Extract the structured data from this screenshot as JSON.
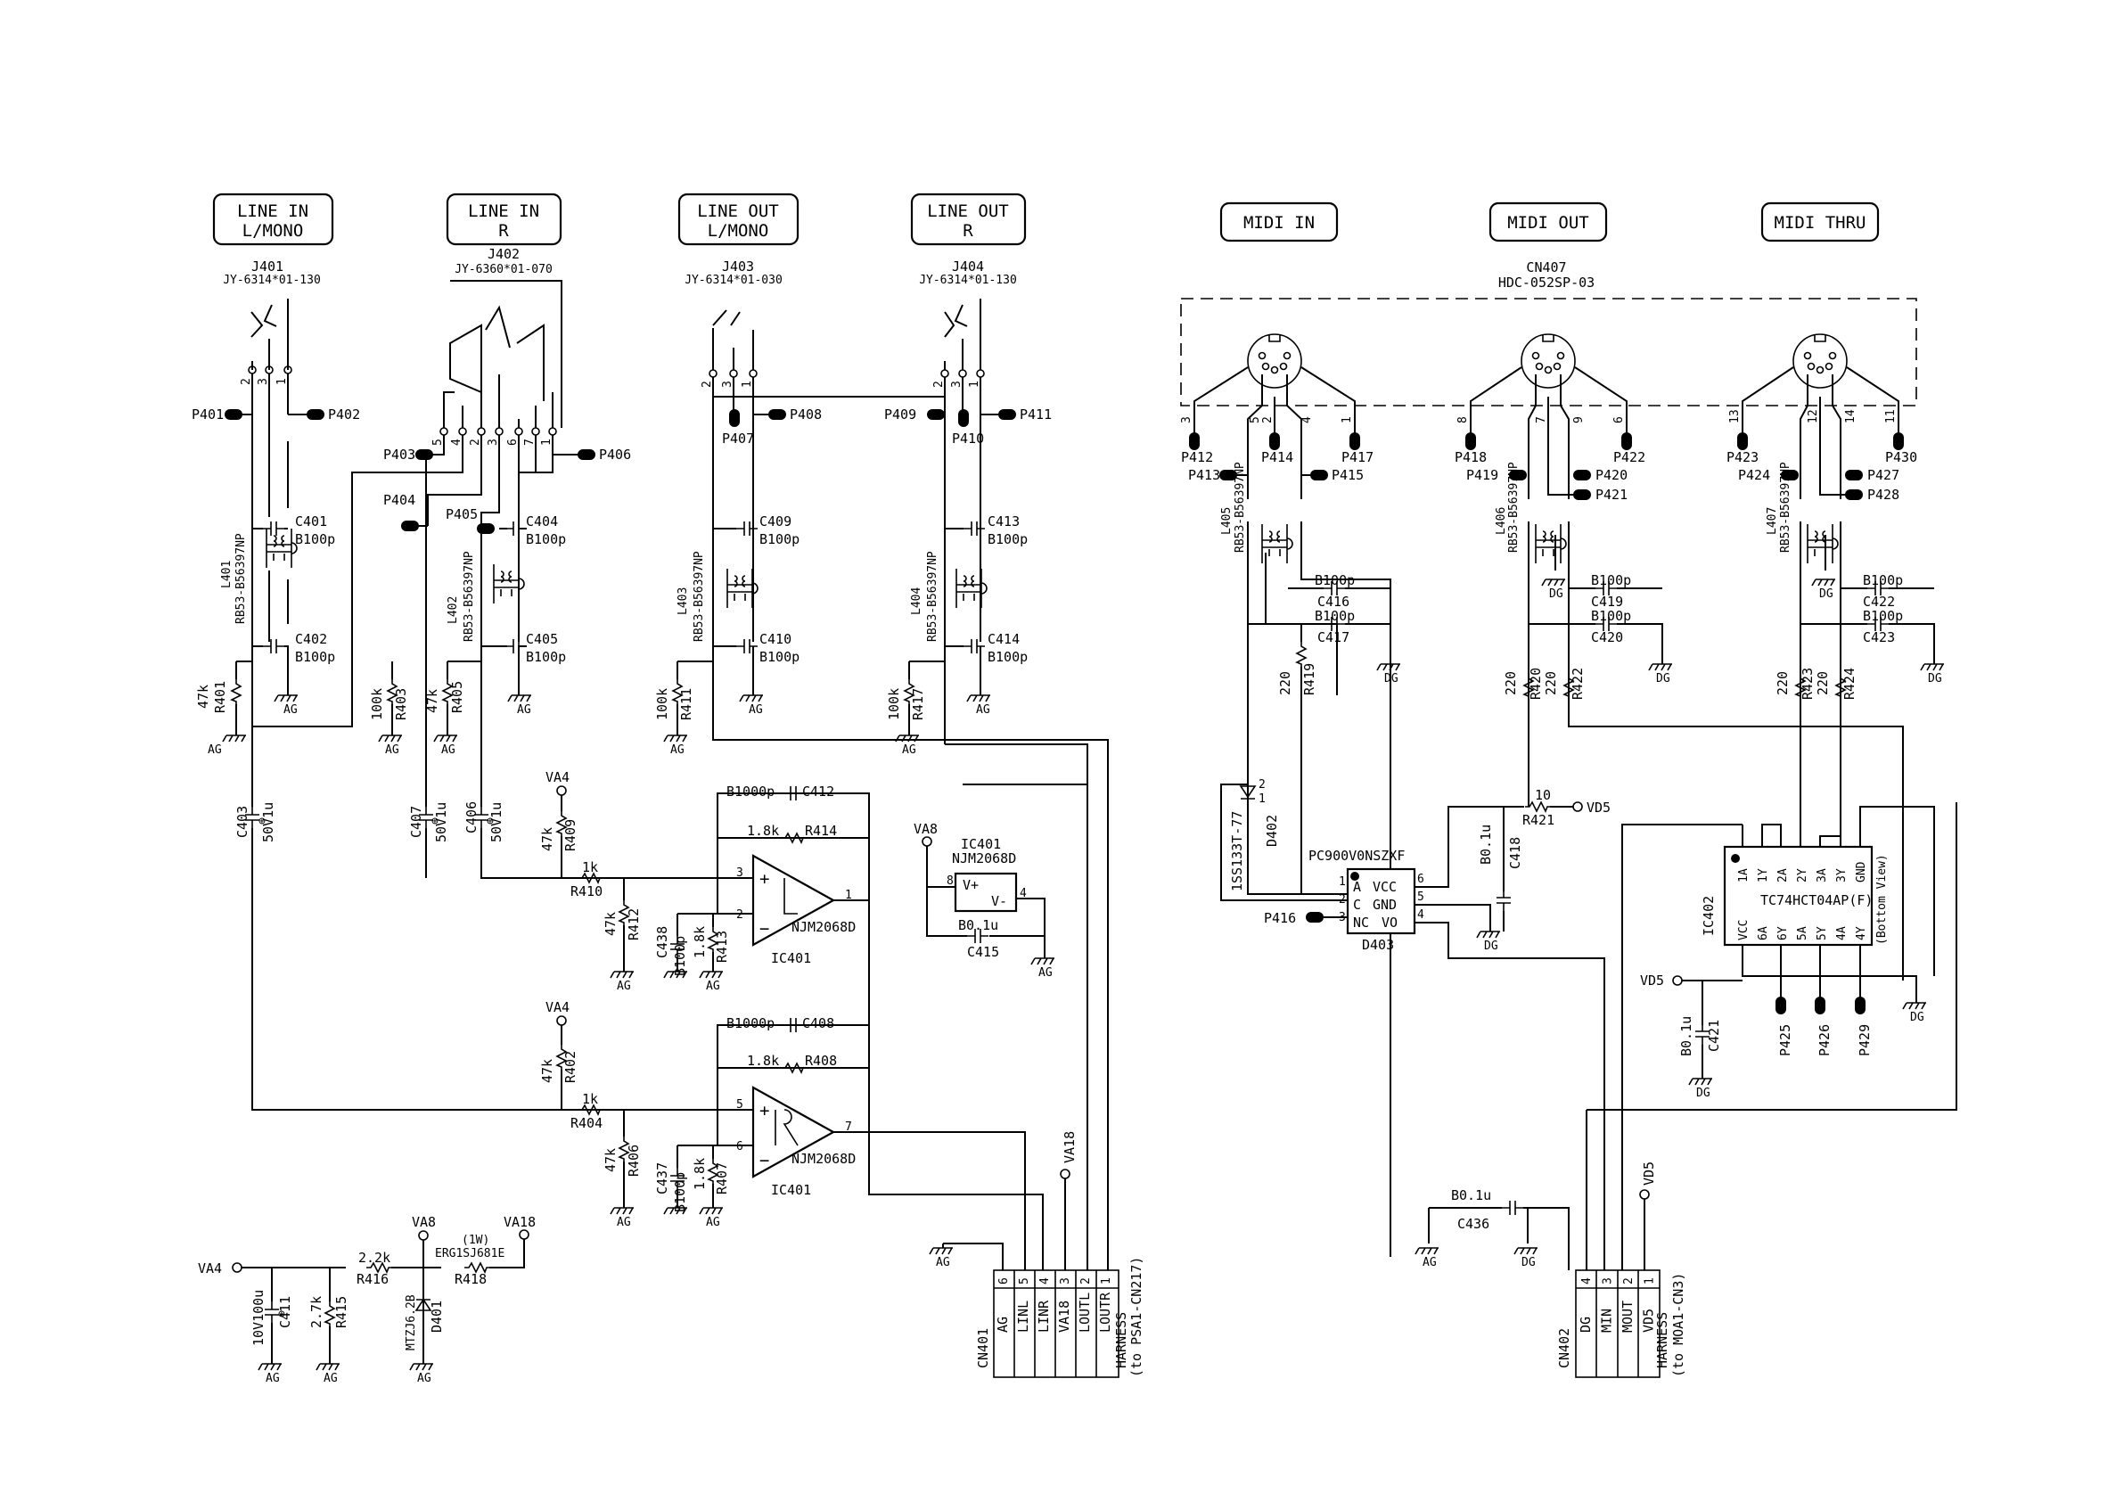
{
  "blocks": {
    "line_in_l": {
      "l1": "LINE IN",
      "l2": "L/MONO"
    },
    "line_in_r": {
      "l1": "LINE IN",
      "l2": "R"
    },
    "line_out_l": {
      "l1": "LINE OUT",
      "l2": "L/MONO"
    },
    "line_out_r": {
      "l1": "LINE OUT",
      "l2": "R"
    },
    "midi_in": "MIDI IN",
    "midi_out": "MIDI OUT",
    "midi_thru": "MIDI THRU"
  },
  "jacks": {
    "j401": {
      "ref": "J401",
      "part": "JY-6314*01-130"
    },
    "j402": {
      "ref": "J402",
      "part": "JY-6360*01-070"
    },
    "j403": {
      "ref": "J403",
      "part": "JY-6314*01-030"
    },
    "j404": {
      "ref": "J404",
      "part": "JY-6314*01-130"
    },
    "cn407": {
      "ref": "CN407",
      "part": "HDC-052SP-03"
    }
  },
  "pads": {
    "p401": "P401",
    "p402": "P402",
    "p403": "P403",
    "p404": "P404",
    "p405": "P405",
    "p406": "P406",
    "p407": "P407",
    "p408": "P408",
    "p409": "P409",
    "p410": "P410",
    "p411": "P411",
    "p412": "P412",
    "p413": "P413",
    "p414": "P414",
    "p415": "P415",
    "p416": "P416",
    "p417": "P417",
    "p418": "P418",
    "p419": "P419",
    "p420": "P420",
    "p421": "P421",
    "p422": "P422",
    "p423": "P423",
    "p424": "P424",
    "p425": "P425",
    "p426": "P426",
    "p427": "P427",
    "p428": "P428",
    "p429": "P429",
    "p430": "P430"
  },
  "caps": {
    "c401": "C401",
    "c402": "C402",
    "c404": "C404",
    "c405": "C405",
    "c409": "C409",
    "c410": "C410",
    "c413": "C413",
    "c414": "C414",
    "b100p": "B100p",
    "c403": "C403",
    "c407": "C407",
    "c406": "C406",
    "v50v1u": "50V1u",
    "c412": "C412",
    "c408": "C408",
    "b1000p": "B1000p",
    "c438": "C438",
    "c437": "C437",
    "c415": "C415",
    "b01u": "B0.1u",
    "c411": "C411",
    "v10v100u": "10V100u",
    "c416": "C416",
    "c417": "C417",
    "c419": "C419",
    "c420": "C420",
    "c422": "C422",
    "c423": "C423",
    "c418": "C418",
    "c421": "C421",
    "c436": "C436"
  },
  "resistors": {
    "r401": "R401",
    "r403": "R403",
    "r405": "R405",
    "r411": "R411",
    "r417": "R417",
    "r409": "R409",
    "r410": "R410",
    "r412": "R412",
    "r413": "R413",
    "r414": "R414",
    "r402": "R402",
    "r404": "R404",
    "r406": "R406",
    "r407": "R407",
    "r408": "R408",
    "r415": "R415",
    "r416": "R416",
    "r418": "R418",
    "r419": "R419",
    "r420": "R420",
    "r422": "R422",
    "r423": "R423",
    "r424": "R424",
    "r421": "R421",
    "v47k": "47k",
    "v100k": "100k",
    "v1k": "1k",
    "v18k": "1.8k",
    "v22k": "2.2k",
    "v27k": "2.7k",
    "v220": "220",
    "v10": "10",
    "v1w": "(1W)",
    "r418_part": "ERG1SJ681E"
  },
  "filters": {
    "l401": "L401",
    "l402": "L402",
    "l403": "L403",
    "l404": "L404",
    "l405": "L405",
    "l406": "L406",
    "l407": "L407",
    "part": "RB53-B56397NP"
  },
  "ics": {
    "ic401": "IC401",
    "opamp": "NJM2068D",
    "ic401_pwr": "IC401",
    "vplus": "V+",
    "vminus": "V-",
    "ic402": "IC402",
    "ic402_part": "TC74HCT04AP(F)",
    "bottom_view": "(Bottom View)",
    "d403": "D403",
    "d403_part": "PC900V0NSZXF",
    "vcc": "VCC",
    "gnd": "GND",
    "vo": "VO",
    "nc": "NC",
    "pin_a": "A",
    "pin_c": "C",
    "g_top": [
      "1A",
      "1Y",
      "2A",
      "2Y",
      "3A",
      "3Y",
      "GND"
    ],
    "g_bot": [
      "VCC",
      "6A",
      "6Y",
      "5A",
      "5Y",
      "4A",
      "4Y"
    ]
  },
  "diodes": {
    "d402": "D402",
    "d402_part": "1SS133T-77",
    "d401": "D401",
    "d401_part": "MTZJ6.2B"
  },
  "nets": {
    "va4": "VA4",
    "va8": "VA8",
    "va18": "VA18",
    "vd5": "VD5",
    "ag": "AG",
    "dg": "DG"
  },
  "connectors": {
    "cn401": {
      "ref": "CN401",
      "harness": "HARNESS",
      "to": "(to PSA1-CN217)",
      "pins": [
        "AG",
        "LINL",
        "LINR",
        "VA18",
        "LOUTL",
        "LOUTR"
      ],
      "nums": [
        "6",
        "5",
        "4",
        "3",
        "2",
        "1"
      ]
    },
    "cn402": {
      "ref": "CN402",
      "harness": "HARNESS",
      "to": "(to MOA1-CN3)",
      "pins": [
        "DG",
        "MIN",
        "MOUT",
        "VD5"
      ],
      "nums": [
        "4",
        "3",
        "2",
        "1"
      ]
    }
  }
}
